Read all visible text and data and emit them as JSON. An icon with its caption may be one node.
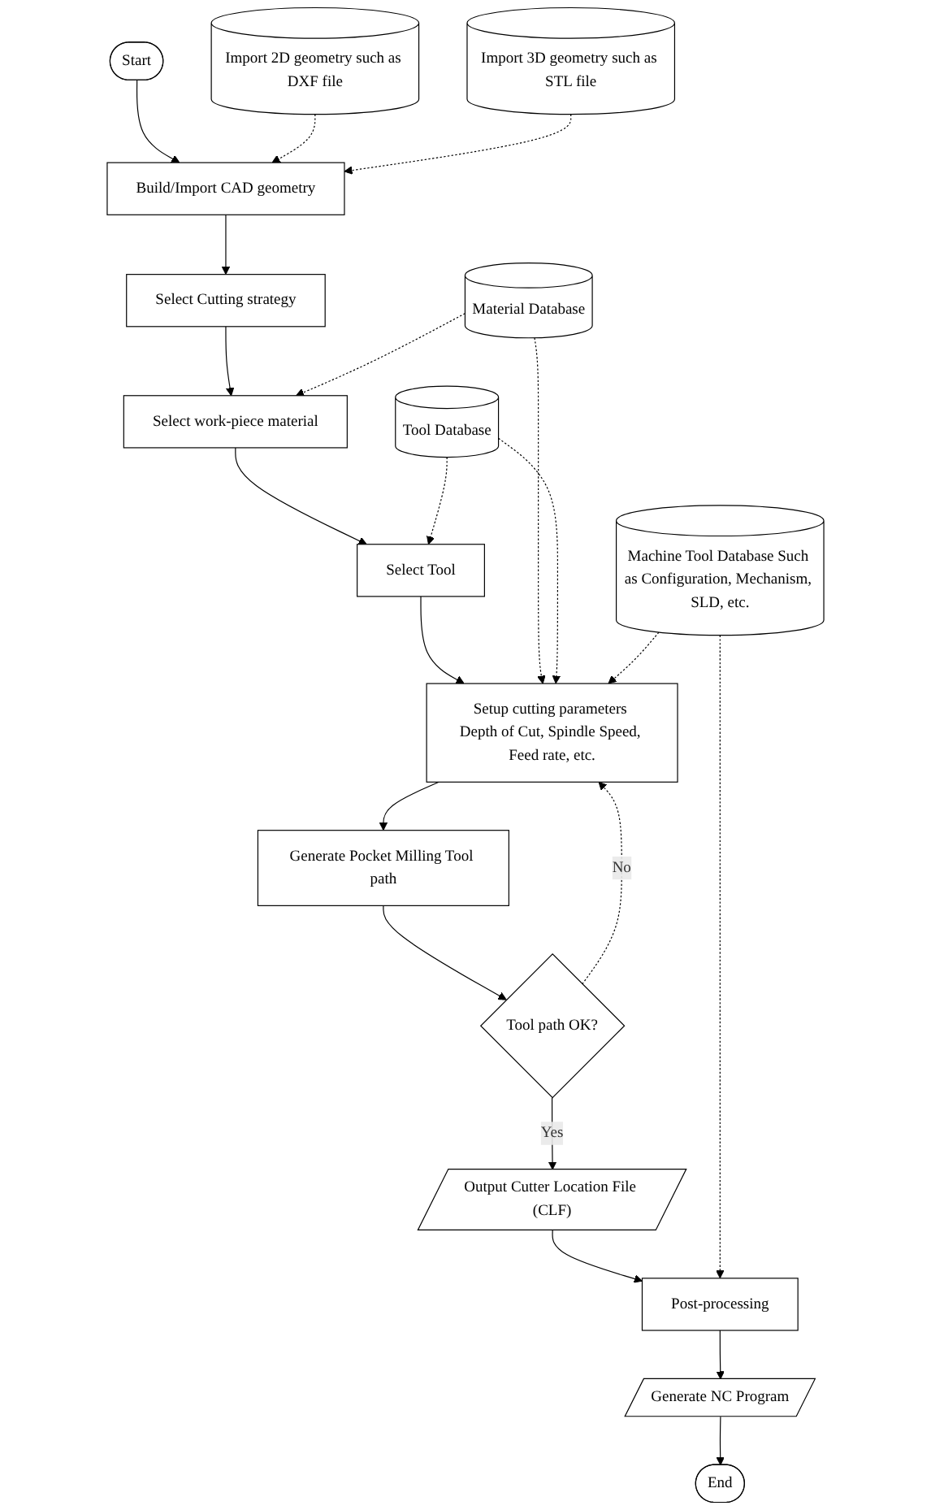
{
  "diagram": {
    "nodes": [
      {
        "text": [
          "Start"
        ]
      },
      {
        "text": [
          "Import 2D geometry such as DXF file"
        ]
      },
      {
        "text": [
          "Build/Import CAD geometry"
        ]
      },
      {
        "text": [
          "Import 3D geometry such as STL file"
        ]
      },
      {
        "text": [
          "Select Cutting strategy"
        ]
      },
      {
        "text": [
          "Material Database"
        ]
      },
      {
        "text": [
          "Select work-piece material"
        ]
      },
      {
        "text": [
          "Select Tool"
        ]
      },
      {
        "text": [
          "Tool Database"
        ]
      },
      {
        "text": [
          "Setup cutting parameters Depth of Cut, Spindle Speed, Feed rate, etc."
        ]
      },
      {
        "text": [
          "Generate Pocket Milling Tool path"
        ]
      },
      {
        "text": [
          "Tool path OK?"
        ]
      },
      {
        "text": [
          "Output Cutter Location File (CLF)"
        ]
      },
      {
        "text": [
          "Machine Tool Database Such as Configuration, Mechanism, SLD, etc."
        ]
      },
      {
        "text": [
          "Post-processing"
        ]
      },
      {
        "text": [
          "Generate NC Program"
        ]
      },
      {
        "text": [
          "End"
        ]
      }
    ],
    "edges": [
      {
        "from": 0,
        "to": 2,
        "arrow": "to"
      },
      {
        "from": 1,
        "to": 2,
        "arrow": "to",
        "style": "dashed"
      },
      {
        "from": 3,
        "to": 2,
        "arrow": "to",
        "style": "dashed"
      },
      {
        "from": 2,
        "to": 4,
        "arrow": "to"
      },
      {
        "from": 4,
        "to": 6,
        "arrow": "to"
      },
      {
        "from": 5,
        "to": 6,
        "arrow": "to",
        "style": "dashed"
      },
      {
        "from": 6,
        "to": 7,
        "arrow": "to"
      },
      {
        "from": 8,
        "to": 7,
        "arrow": "to",
        "style": "dashed"
      },
      {
        "from": 7,
        "to": 9,
        "arrow": "to"
      },
      {
        "from": 5,
        "to": 9,
        "arrow": "to",
        "style": "dashed"
      },
      {
        "from": 8,
        "to": 9,
        "arrow": "to",
        "style": "dashed"
      },
      {
        "from": 13,
        "to": 9,
        "arrow": "to",
        "style": "dashed"
      },
      {
        "from": 9,
        "to": 10,
        "arrow": "to"
      },
      {
        "from": 10,
        "to": 11,
        "arrow": "to"
      },
      {
        "from": 11,
        "to": 9,
        "arrow": "to",
        "label": "No",
        "style": "dashed"
      },
      {
        "from": 11,
        "to": 12,
        "arrow": "to",
        "label": "Yes"
      },
      {
        "from": 12,
        "to": 14,
        "arrow": "to"
      },
      {
        "from": 13,
        "to": 14,
        "arrow": "to",
        "style": "dashed"
      },
      {
        "from": 14,
        "to": 15,
        "arrow": "to"
      },
      {
        "from": 15,
        "to": 16,
        "arrow": "to"
      }
    ]
  }
}
